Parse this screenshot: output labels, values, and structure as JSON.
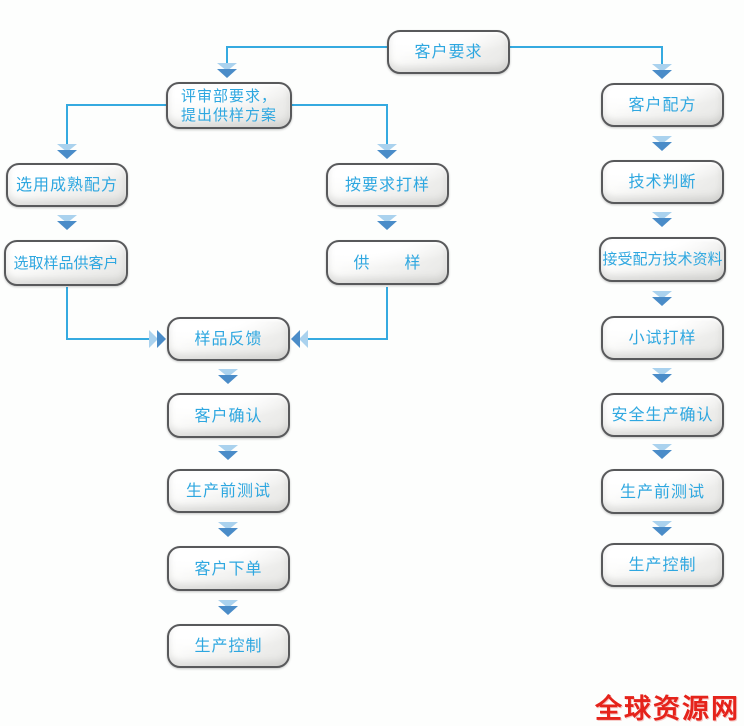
{
  "diagram": {
    "nodes": {
      "customer_request": {
        "label": "客户要求"
      },
      "review_department": {
        "label_line1": "评审部要求，",
        "label_line2": "提出供样方案"
      },
      "use_mature_formula": {
        "label": "选用成熟配方"
      },
      "select_sample_for_customer": {
        "label": "选取样品供客户"
      },
      "sample_per_requirements": {
        "label": "按要求打样"
      },
      "supply_sample": {
        "label": "供　　样"
      },
      "sample_feedback": {
        "label": "样品反馈"
      },
      "customer_confirmation": {
        "label": "客户确认"
      },
      "pre_production_test_mid": {
        "label": "生产前测试"
      },
      "customer_order": {
        "label": "客户下单"
      },
      "production_control_mid": {
        "label": "生产控制"
      },
      "customer_formula": {
        "label": "客户配方"
      },
      "technical_judgment": {
        "label": "技术判断"
      },
      "receive_formula_technical_data": {
        "label": "接受配方技术资料"
      },
      "trial_sample": {
        "label": "小试打样"
      },
      "safe_production_confirmation": {
        "label": "安全生产确认"
      },
      "pre_production_test_right": {
        "label": "生产前测试"
      },
      "production_control_right": {
        "label": "生产控制"
      }
    },
    "edges": [
      {
        "from": "customer_request",
        "to": "review_department"
      },
      {
        "from": "customer_request",
        "to": "customer_formula"
      },
      {
        "from": "review_department",
        "to": "use_mature_formula"
      },
      {
        "from": "review_department",
        "to": "sample_per_requirements"
      },
      {
        "from": "use_mature_formula",
        "to": "select_sample_for_customer"
      },
      {
        "from": "select_sample_for_customer",
        "to": "sample_feedback"
      },
      {
        "from": "sample_per_requirements",
        "to": "supply_sample"
      },
      {
        "from": "supply_sample",
        "to": "sample_feedback"
      },
      {
        "from": "sample_feedback",
        "to": "customer_confirmation"
      },
      {
        "from": "customer_confirmation",
        "to": "pre_production_test_mid"
      },
      {
        "from": "pre_production_test_mid",
        "to": "customer_order"
      },
      {
        "from": "customer_order",
        "to": "production_control_mid"
      },
      {
        "from": "customer_formula",
        "to": "technical_judgment"
      },
      {
        "from": "technical_judgment",
        "to": "receive_formula_technical_data"
      },
      {
        "from": "receive_formula_technical_data",
        "to": "trial_sample"
      },
      {
        "from": "trial_sample",
        "to": "safe_production_confirmation"
      },
      {
        "from": "safe_production_confirmation",
        "to": "pre_production_test_right"
      },
      {
        "from": "pre_production_test_right",
        "to": "production_control_right"
      }
    ],
    "colors": {
      "box_border": "#58595b",
      "box_text": "#2ea7e0",
      "connector_line": "#35aae0",
      "arrow_light": "#aad2ee",
      "arrow_dark": "#4a8cc8",
      "watermark_red": "#e5231b"
    },
    "watermark": {
      "text": "全球资源网"
    }
  }
}
